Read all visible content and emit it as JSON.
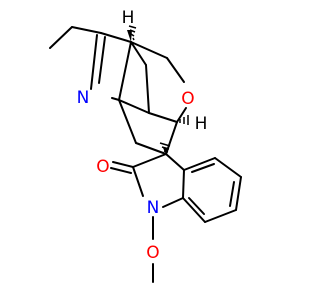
{
  "structure": {
    "atoms": {
      "nitrogen_imine": {
        "symbol": "N",
        "color": "#0000ff"
      },
      "oxygen_ether": {
        "symbol": "O",
        "color": "#ff0000"
      },
      "oxygen_carbonyl": {
        "symbol": "O",
        "color": "#ff0000"
      },
      "nitrogen_amide": {
        "symbol": "N",
        "color": "#0000ff"
      },
      "oxygen_methoxy": {
        "symbol": "O",
        "color": "#ff0000"
      },
      "stereo_h_top": {
        "symbol": "H",
        "color": "#000000"
      },
      "stereo_h_right": {
        "symbol": "H",
        "color": "#000000"
      }
    },
    "bond_color": "#000000"
  }
}
